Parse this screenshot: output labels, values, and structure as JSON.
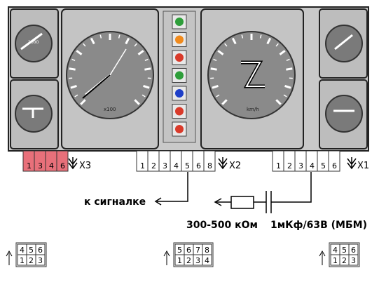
{
  "gauges": {
    "tach_unit": "x100",
    "speed_unit": "km/h"
  },
  "warning_lamps": [
    {
      "name": "turn-signal-icon",
      "color": "#2e9e3a"
    },
    {
      "name": "battery-icon",
      "color": "#f08a1c"
    },
    {
      "name": "brake-icon",
      "color": "#d93a2a"
    },
    {
      "name": "high-beam-icon",
      "color": "#2e9e3a"
    },
    {
      "name": "headlight-icon",
      "color": "#1e3fc8"
    },
    {
      "name": "oil-can-icon",
      "color": "#d93a2a"
    },
    {
      "name": "handbrake-icon",
      "color": "#d93a2a"
    }
  ],
  "connectors": {
    "x3": {
      "label": "X3",
      "pins": [
        "1",
        "3",
        "4",
        "6"
      ],
      "color": "#e8707a"
    },
    "x2": {
      "label": "X2",
      "pins": [
        "1",
        "2",
        "3",
        "4",
        "5",
        "6",
        "8"
      ]
    },
    "x1": {
      "label": "X1",
      "pins": [
        "1",
        "2",
        "3",
        "4",
        "5",
        "6"
      ]
    }
  },
  "labels": {
    "to_signal": "к сигналке",
    "resistor": "300-500 кОм",
    "capacitor": "1мКф/63В (МБМ)"
  },
  "pinouts": [
    {
      "top": [
        "4",
        "5",
        "6"
      ],
      "bottom": [
        "1",
        "2",
        "3"
      ]
    },
    {
      "top": [
        "5",
        "6",
        "7",
        "8"
      ],
      "bottom": [
        "1",
        "2",
        "3",
        "4"
      ]
    },
    {
      "top": [
        "4",
        "5",
        "6"
      ],
      "bottom": [
        "1",
        "2",
        "3"
      ]
    }
  ],
  "colors": {
    "panel": "#c9c9c9",
    "gauge_face": "#8a8a8a",
    "wire": "#000000"
  }
}
